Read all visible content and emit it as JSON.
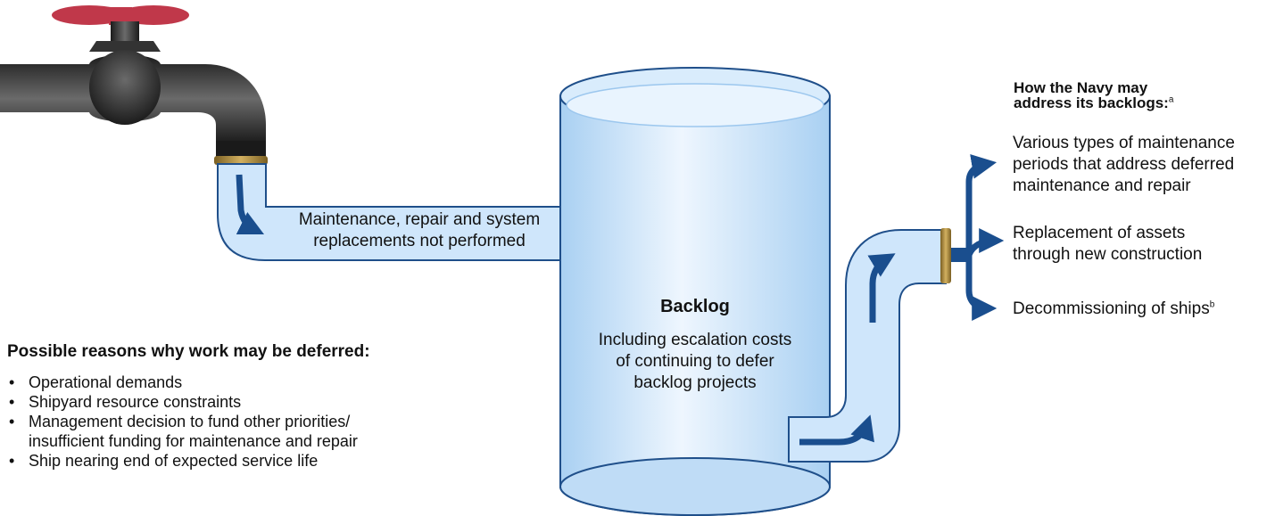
{
  "inflow_pipe": {
    "label_line1": "Maintenance, repair and system",
    "label_line2": "replacements not performed"
  },
  "tank": {
    "title": "Backlog",
    "desc_line1": "Including escalation costs",
    "desc_line2": "of continuing to defer",
    "desc_line3": "backlog projects"
  },
  "reasons": {
    "heading": "Possible reasons why work may be deferred:",
    "items": [
      {
        "lines": [
          "Operational demands"
        ]
      },
      {
        "lines": [
          "Shipyard resource constraints"
        ]
      },
      {
        "lines": [
          "Management decision to fund other priorities/",
          "insufficient funding for maintenance and repair"
        ]
      },
      {
        "lines": [
          "Ship nearing end of expected service life"
        ]
      }
    ]
  },
  "navy": {
    "heading_line1": "How the Navy may",
    "heading_line2": "address its backlogs:",
    "heading_note": "a",
    "options": [
      {
        "lines": [
          "Various types of maintenance",
          "periods that address deferred",
          "maintenance and repair"
        ],
        "note": ""
      },
      {
        "lines": [
          "Replacement of assets",
          "through new construction"
        ],
        "note": ""
      },
      {
        "lines": [
          "Decommissioning of ships"
        ],
        "note": "b"
      }
    ]
  },
  "colors": {
    "water": "#cfe6fb",
    "water_dark": "#9cc7ee",
    "pipe_outline": "#1f4f8a",
    "arrow": "#1a4e8e",
    "faucet": "#2a2a2a",
    "handle": "#c0384a",
    "brass": "#a8873a"
  }
}
